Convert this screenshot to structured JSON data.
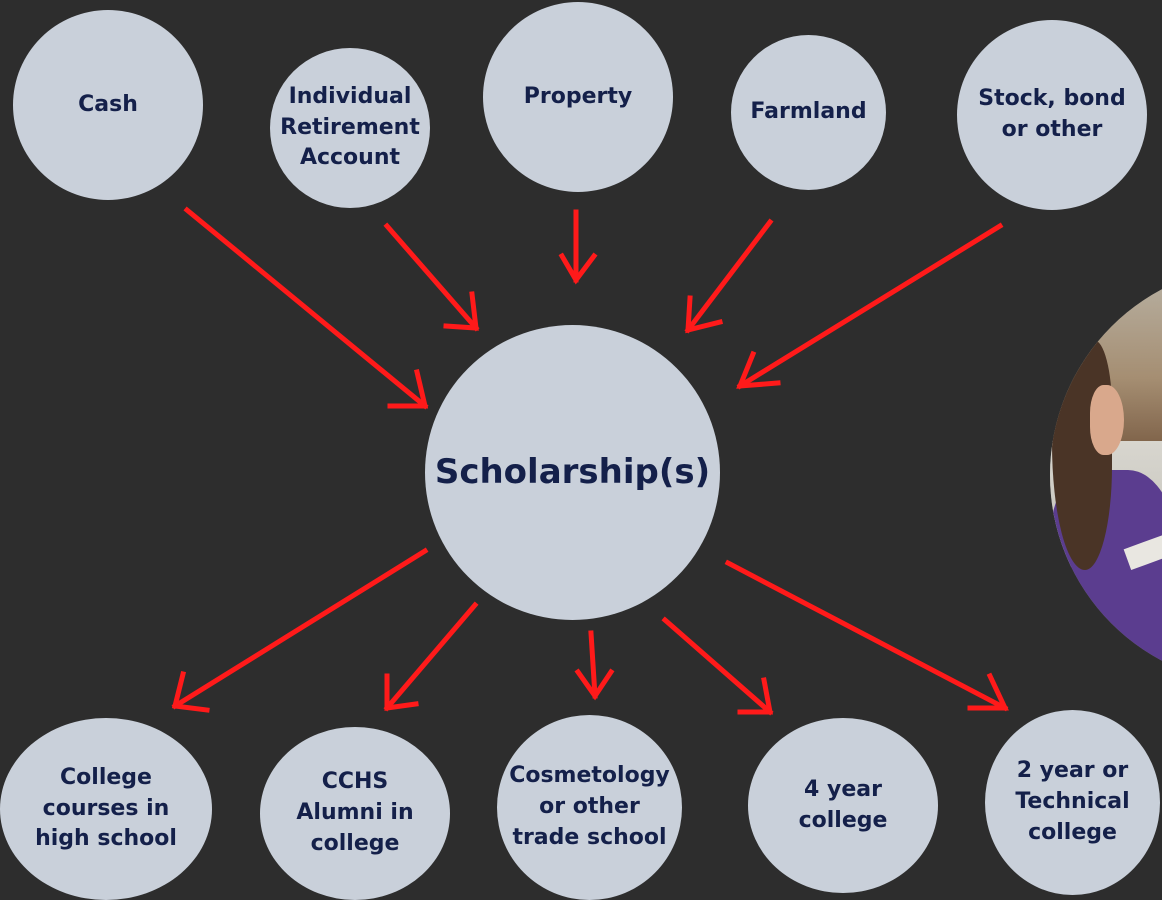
{
  "diagram": {
    "center": {
      "label": "Scholarship(s)"
    },
    "sources": [
      {
        "id": "cash",
        "label": "Cash"
      },
      {
        "id": "ira",
        "label": "Individual\nRetirement\nAccount"
      },
      {
        "id": "property",
        "label": "Property"
      },
      {
        "id": "farmland",
        "label": "Farmland"
      },
      {
        "id": "stock",
        "label": "Stock, bond\nor other"
      }
    ],
    "destinations": [
      {
        "id": "college-courses",
        "label": "College\ncourses in\nhigh school"
      },
      {
        "id": "cchs-alumni",
        "label": "CCHS\nAlumni in\ncollege"
      },
      {
        "id": "cosmetology",
        "label": "Cosmetology\nor other\ntrade  school"
      },
      {
        "id": "four-year",
        "label": "4 year\ncollege"
      },
      {
        "id": "two-year",
        "label": "2 year or\nTechnical\ncollege"
      }
    ]
  },
  "colors": {
    "background": "#2d2d2d",
    "node_fill": "#c9d0da",
    "node_text": "#14204a",
    "arrow": "#ff1a1a"
  }
}
